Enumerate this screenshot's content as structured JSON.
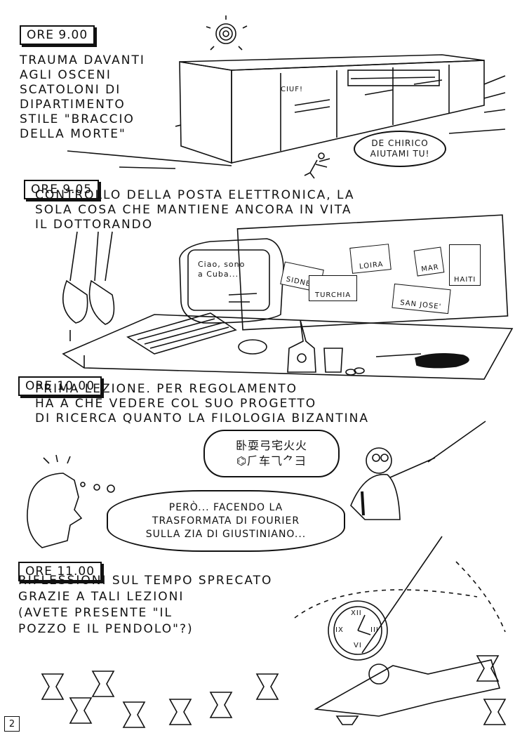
{
  "panels": [
    {
      "time": "ORE 9.00",
      "caption": "TRAUMA DAVANTI\nAGLI OSCENI\nSCATOLONI DI\nDIPARTIMENTO\nSTILE \"BRACCIO\nDELLA MORTE\"",
      "sfx": "CIUF!",
      "bubble": "DE CHIRICO\nAIUTAMI TU!"
    },
    {
      "time": "ORE 9.05",
      "caption": "CONTROLLO DELLA POSTA ELETTRONICA, LA\nSOLA COSA CHE MANTIENE ANCORA IN VITA\nIL DOTTORANDO",
      "screen_text": "Ciao, sono\na Cuba...",
      "postcards": [
        "SIDNEY",
        "LOIRA",
        "MAR",
        "TURCHIA",
        "HAITI",
        "SAN JOSE'"
      ]
    },
    {
      "time": "ORE 10.00",
      "caption": "PRIMA LEZIONE. PER REGOLAMENTO\nHA A CHE VEDERE COL SUO PROGETTO\nDI RICERCA QUANTO LA FILOLOGIA BIZANTINA",
      "glyph_bubble": "卧耍弓宅⽕⽕\n⌬⺁⻋⺄⺈⺕",
      "thought": "PERÒ... FACENDO LA\nTRASFORMATA DI FOURIER\nSULLA ZIA DI GIUSTINIANO..."
    },
    {
      "time": "ORE 11.00",
      "caption": "RIFLESSIONI SUL TEMPO SPRECATO\nGRAZIE A TALI LEZIONI\n(AVETE PRESENTE \"IL\nPOZZO E IL PENDOLO\"?)",
      "clock_numerals": [
        "XII",
        "III",
        "IX",
        "VI"
      ]
    }
  ],
  "page_number": "2"
}
